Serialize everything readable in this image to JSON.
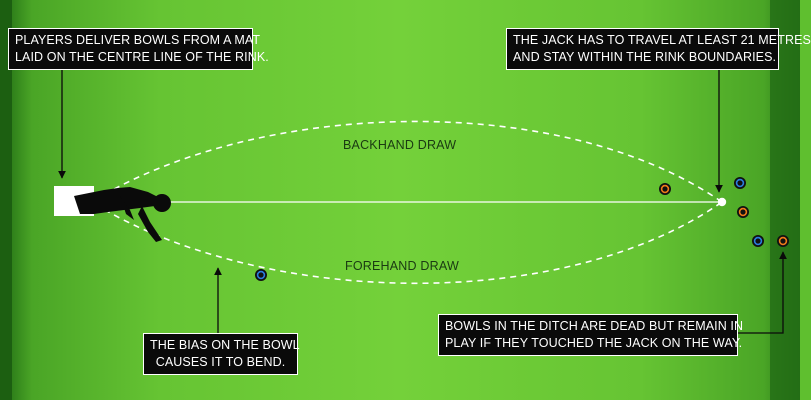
{
  "colors": {
    "green_center": "#74d13a",
    "green_mid": "#5fbf2f",
    "green_edge": "#1f6a13",
    "callout_bg": "#0a0a0a",
    "text_white": "#ffffff",
    "bowl_black": "#111111",
    "bowl_orange": "#f07a1a",
    "bowl_blue": "#2b7de0",
    "jack": "#ffffff"
  },
  "callouts": {
    "mat": {
      "line1": "PLAYERS DELIVER BOWLS FROM A MAT",
      "line2": "LAID ON THE CENTRE LINE OF THE RINK."
    },
    "jack": {
      "line1": "THE JACK HAS TO TRAVEL AT LEAST 21 METRES",
      "line2": "AND STAY WITHIN THE RINK BOUNDARIES."
    },
    "bias": {
      "line1": "THE BIAS ON THE BOWL",
      "line2": "CAUSES IT TO BEND."
    },
    "ditch": {
      "line1": "BOWLS IN THE DITCH ARE DEAD BUT REMAIN IN",
      "line2": "PLAY IF THEY TOUCHED THE JACK ON THE WAY."
    }
  },
  "labels": {
    "backhand": "BACKHAND DRAW",
    "forehand": "FOREHAND DRAW"
  },
  "bowls": [
    {
      "name": "bowl-backhand-path",
      "ring": "orange"
    },
    {
      "name": "bowl-forehand-path",
      "ring": "blue"
    },
    {
      "name": "bowl-near-jack-top",
      "ring": "blue"
    },
    {
      "name": "bowl-near-jack-right",
      "ring": "orange"
    },
    {
      "name": "bowl-ditch-left",
      "ring": "blue"
    },
    {
      "name": "bowl-ditch-right",
      "ring": "orange"
    }
  ]
}
